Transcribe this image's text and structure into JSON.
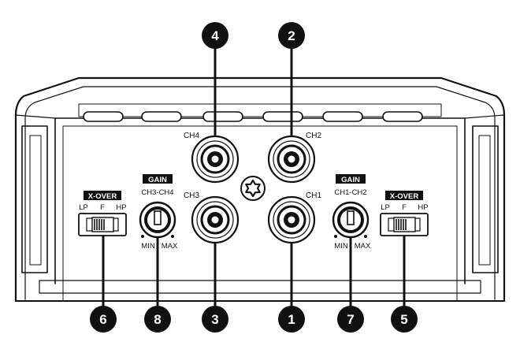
{
  "channels": {
    "ch4": "CH4",
    "ch2": "CH2",
    "ch3": "CH3",
    "ch1": "CH1"
  },
  "gain_left": {
    "header": "GAIN",
    "sub": "CH3-CH4",
    "min": "MIN",
    "max": "MAX"
  },
  "gain_right": {
    "header": "GAIN",
    "sub": "CH1-CH2",
    "min": "MIN",
    "max": "MAX"
  },
  "xover_left": {
    "header": "X-OVER",
    "lp": "LP",
    "f": "F",
    "hp": "HP"
  },
  "xover_right": {
    "header": "X-OVER",
    "lp": "LP",
    "f": "F",
    "hp": "HP"
  },
  "callouts": {
    "n1": "1",
    "n2": "2",
    "n3": "3",
    "n4": "4",
    "n5": "5",
    "n6": "6",
    "n7": "7",
    "n8": "8"
  }
}
